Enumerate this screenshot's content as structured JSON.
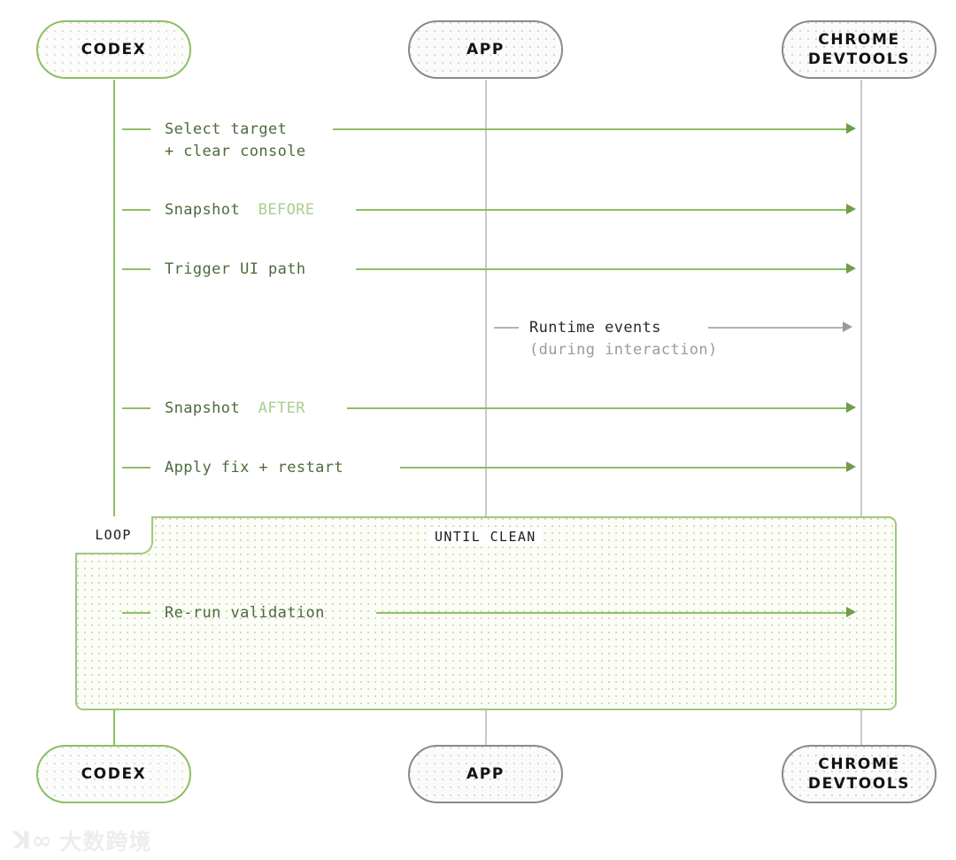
{
  "diagram": {
    "type": "sequence-diagram",
    "colors": {
      "green_accent": "#8cbf63",
      "green_text_dark": "#4c6b3c",
      "green_text_light": "#a9d08c",
      "gray_accent": "#b3b3b3",
      "gray_text_dark": "#2b2b2b",
      "gray_text_light": "#9b9b9b",
      "loop_fill": "#fbfdf6",
      "background": "#ffffff"
    },
    "participants": [
      {
        "id": "codex",
        "lines": [
          "CODEX"
        ],
        "style": "green"
      },
      {
        "id": "app",
        "lines": [
          "APP"
        ],
        "style": "gray"
      },
      {
        "id": "devtools",
        "lines": [
          "CHROME",
          "DEVTOOLS"
        ],
        "style": "gray"
      }
    ],
    "participants_bottom": [
      {
        "id": "codex",
        "lines": [
          "CODEX"
        ],
        "style": "green"
      },
      {
        "id": "app",
        "lines": [
          "APP"
        ],
        "style": "gray"
      },
      {
        "id": "devtools",
        "lines": [
          "CHROME",
          "DEVTOOLS"
        ],
        "style": "gray"
      }
    ],
    "messages": [
      {
        "id": "select-target",
        "from": "codex",
        "to": "devtools",
        "style": "green",
        "label_main": "Select target",
        "label_accent": "",
        "label_sub": "+ clear console"
      },
      {
        "id": "snapshot-before",
        "from": "codex",
        "to": "devtools",
        "style": "green",
        "label_main": "Snapshot",
        "label_accent": "BEFORE",
        "label_sub": ""
      },
      {
        "id": "trigger-ui-path",
        "from": "codex",
        "to": "devtools",
        "style": "green",
        "label_main": "Trigger UI path",
        "label_accent": "",
        "label_sub": ""
      },
      {
        "id": "runtime-events",
        "from": "app",
        "to": "devtools",
        "style": "gray",
        "label_main": "Runtime events",
        "label_accent": "",
        "label_sub": "(during interaction)"
      },
      {
        "id": "snapshot-after",
        "from": "codex",
        "to": "devtools",
        "style": "green",
        "label_main": "Snapshot",
        "label_accent": "AFTER",
        "label_sub": ""
      },
      {
        "id": "apply-fix-restart",
        "from": "codex",
        "to": "devtools",
        "style": "green",
        "label_main": "Apply fix + restart",
        "label_accent": "",
        "label_sub": ""
      }
    ],
    "loop": {
      "tag": "LOOP",
      "condition": "UNTIL CLEAN",
      "messages": [
        {
          "id": "re-run-validation",
          "from": "codex",
          "to": "devtools",
          "style": "green",
          "label_main": "Re-run validation",
          "label_accent": "",
          "label_sub": ""
        }
      ]
    }
  },
  "watermark": {
    "mark": "ꓘ∞",
    "text": "大数跨境"
  }
}
